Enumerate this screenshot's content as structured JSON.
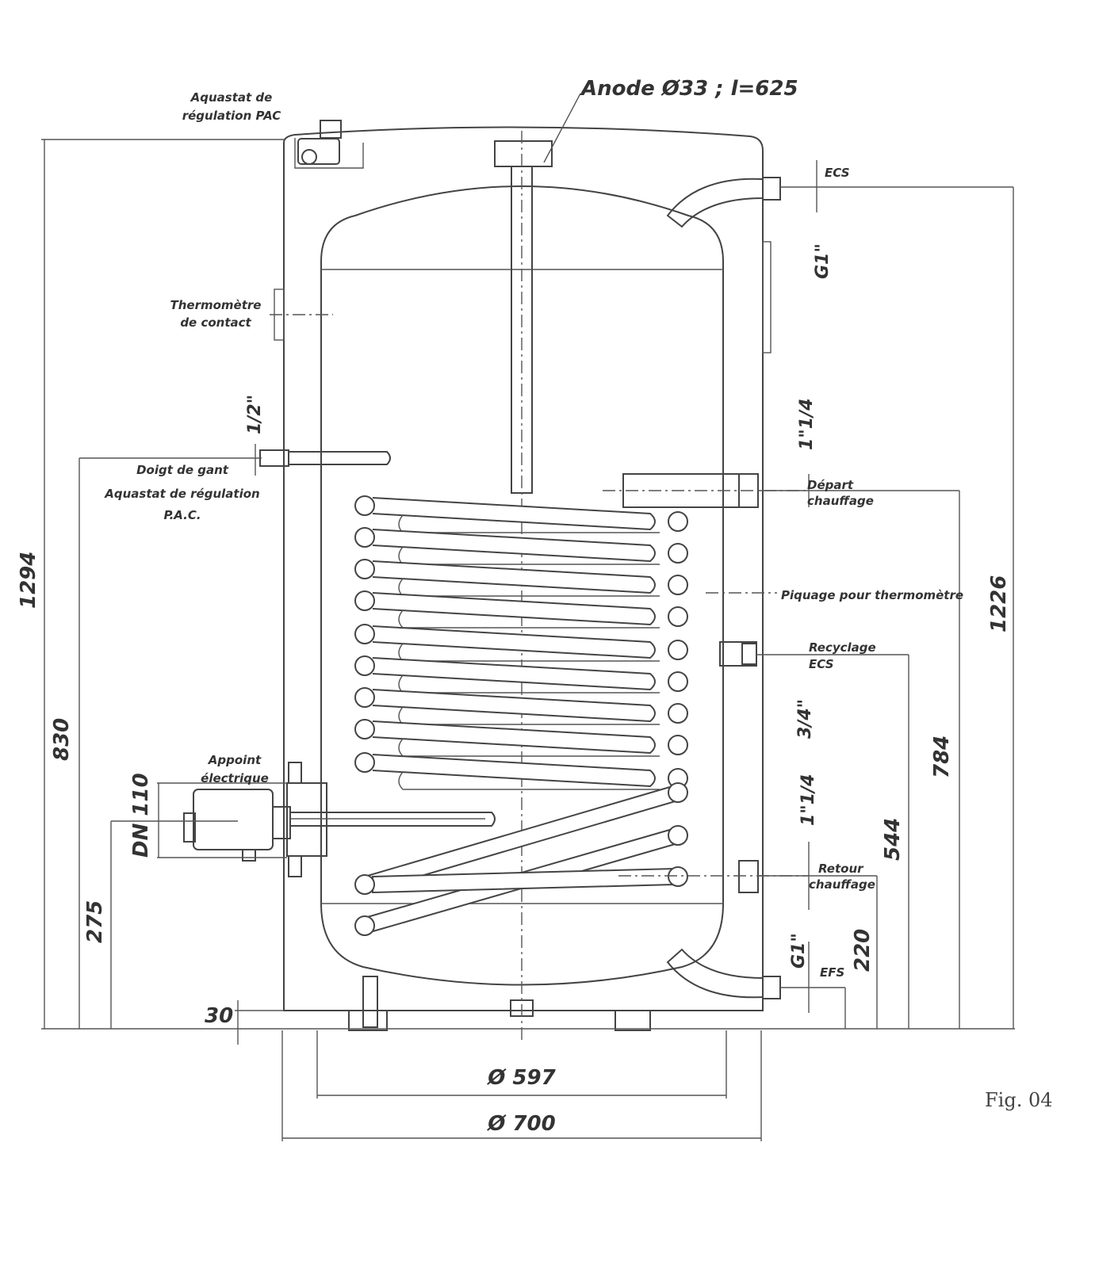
{
  "labels": {
    "anode": "Anode Ø33 ; l=625",
    "aquastat_pac_line1": "Aquastat de",
    "aquastat_pac_line2": "régulation PAC",
    "thermometre_line1": "Thermomètre",
    "thermometre_line2": "de contact",
    "doigt_gant": "Doigt de gant",
    "aquastat_regulation_line1": "Aquastat de régulation",
    "aquastat_regulation_line2": "P.A.C.",
    "appoint_line1": "Appoint",
    "appoint_line2": "électrique",
    "ecs": "ECS",
    "depart_line1": "Départ",
    "depart_line2": "chauffage",
    "piquage": "Piquage pour thermomètre",
    "recyclage_line1": "Recyclage",
    "recyclage_line2": "ECS",
    "retour_line1": "Retour",
    "retour_line2": "chauffage",
    "efs": "EFS",
    "fig": "Fig. 04"
  },
  "threads": {
    "half_inch": "1/2\"",
    "g1_top": "G1\"",
    "inch_quarter_top": "1\"1/4",
    "three_quarter": "3/4\"",
    "inch_quarter_bottom": "1\"1/4",
    "g1_bottom": "G1\""
  },
  "dimensions": {
    "total_height": "1294",
    "doigt_height": "830",
    "appoint_height": "275",
    "dn": "DN 110",
    "foot": "30",
    "ecs_height": "1226",
    "depart_height": "784",
    "recyclage_height": "544",
    "retour_height": "220",
    "inner_diameter": "Ø 597",
    "outer_diameter": "Ø 700"
  }
}
